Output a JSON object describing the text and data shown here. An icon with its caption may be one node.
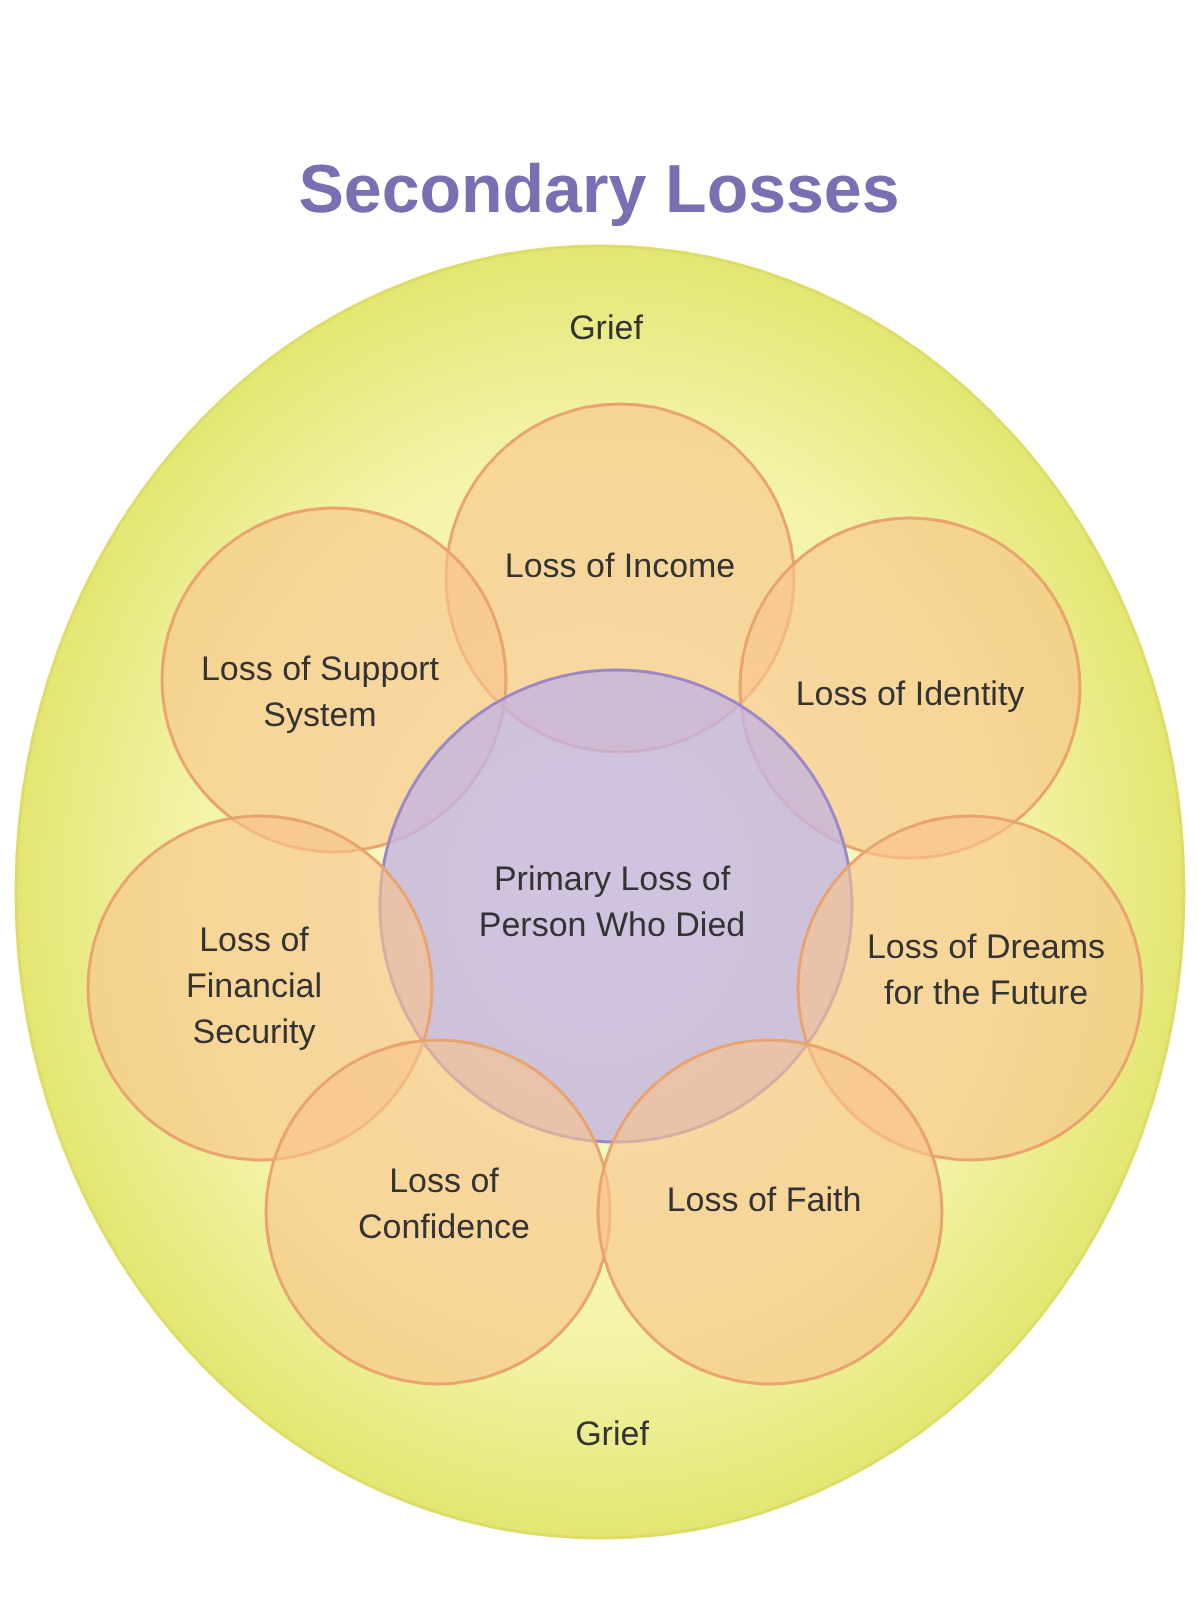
{
  "diagram": {
    "title": "Secondary Losses",
    "nodes": [
      {
        "text": [
          "Grief",
          "Grief"
        ]
      },
      {
        "text": [
          "Loss of Income"
        ],
        "in": 0
      },
      {
        "text": [
          "Loss of Support System"
        ],
        "in": 0
      },
      {
        "text": [
          "Loss of Identity"
        ],
        "in": 0
      },
      {
        "text": [
          "Primary Loss of Person Who Died"
        ],
        "in": 0
      },
      {
        "text": [
          "Loss of Financial Security"
        ],
        "in": 0
      },
      {
        "text": [
          "Loss of Dreams for the Future"
        ],
        "in": 0
      },
      {
        "text": [
          "Loss of Confidence"
        ],
        "in": 0
      },
      {
        "text": [
          "Loss of Faith"
        ],
        "in": 0
      }
    ],
    "edges": []
  }
}
